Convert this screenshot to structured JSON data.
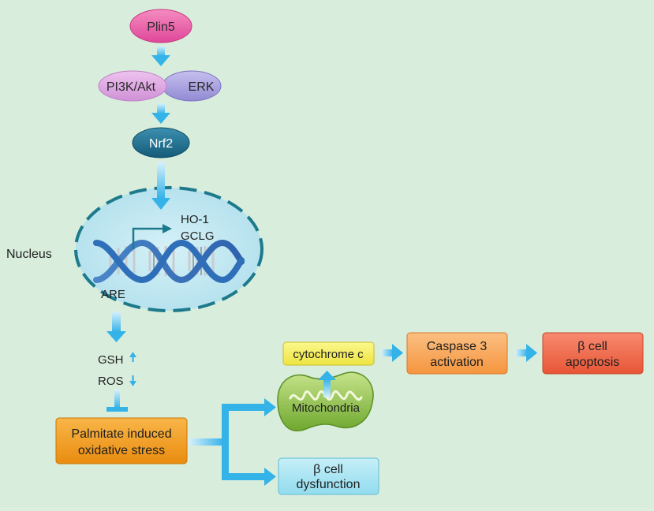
{
  "nodes": {
    "plin5": "Plin5",
    "pi3k_akt": "PI3K/Akt",
    "erk": "ERK",
    "nrf2": "Nrf2",
    "ho1": "HO-1",
    "gclg": "GCLG",
    "nucleus": "Nucleus",
    "are": "ARE",
    "gsh": "GSH",
    "ros": "ROS",
    "palmitate_line1": "Palmitate induced",
    "palmitate_line2": "oxidative stress",
    "mitochondria": "Mitochondria",
    "cytochrome": "cytochrome c",
    "caspase_line1": "Caspase 3",
    "caspase_line2": "activation",
    "apoptosis_line1": "β cell",
    "apoptosis_line2": "apoptosis",
    "dysfunction_line1": "β cell",
    "dysfunction_line2": "dysfunction"
  },
  "indicators": {
    "gsh_direction": "up",
    "ros_direction": "down"
  },
  "colors": {
    "background": "#d9eddc",
    "plin5": "#e8559e",
    "pi3k_akt": "#d9a2dc",
    "erk": "#a59bdc",
    "nrf2": "#1f6f8e",
    "nucleus_fill": "#c4e9f2",
    "nucleus_border": "#1d7a8c",
    "arrow": "#34b3e8",
    "palmitate": "#f19c1f",
    "cytochrome": "#f5f05a",
    "caspase": "#f9a85a",
    "apoptosis": "#f06a4c",
    "dysfunction": "#a5e3f2",
    "mitochondria": "#8cc04a"
  }
}
